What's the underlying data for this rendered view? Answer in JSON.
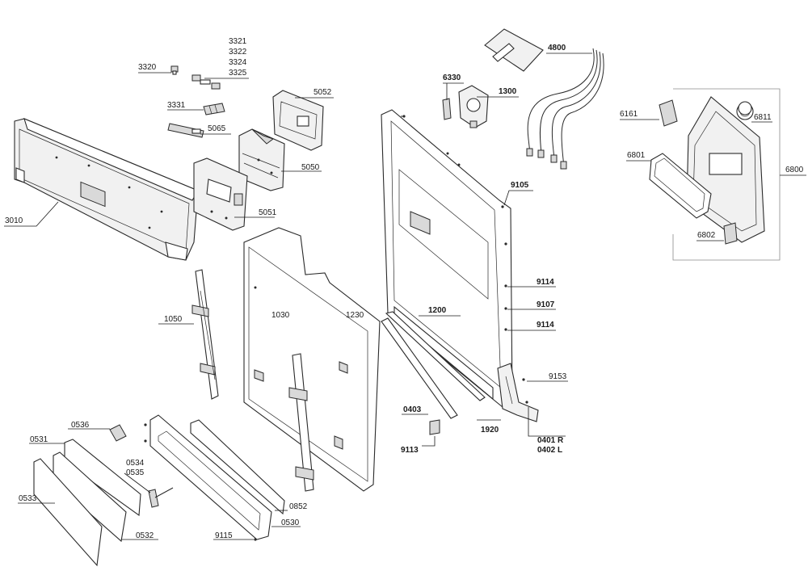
{
  "labels": {
    "p3321": "3321",
    "p3322": "3322",
    "p3324": "3324",
    "p3325": "3325",
    "p3320": "3320",
    "p3331": "3331",
    "p5052": "5052",
    "p5065": "5065",
    "p5050": "5050",
    "p5051": "5051",
    "p3010": "3010",
    "p6330": "6330",
    "p1300": "1300",
    "p4800": "4800",
    "p6161": "6161",
    "p6811": "6811",
    "p6801": "6801",
    "p6800": "6800",
    "p6802": "6802",
    "p9105": "9105",
    "p9114a": "9114",
    "p9107": "9107",
    "p9114b": "9114",
    "p1200": "1200",
    "p1030": "1030",
    "p1230": "1230",
    "p1050": "1050",
    "p9153": "9153",
    "p0403": "0403",
    "p1920": "1920",
    "p9113": "9113",
    "p0401r": "0401 R",
    "p0402l": "0402 L",
    "p0536": "0536",
    "p0531": "0531",
    "p0534": "0534",
    "p0535": "0535",
    "p0533": "0533",
    "p0852": "0852",
    "p0530": "0530",
    "p0532": "0532",
    "p9115": "9115"
  }
}
